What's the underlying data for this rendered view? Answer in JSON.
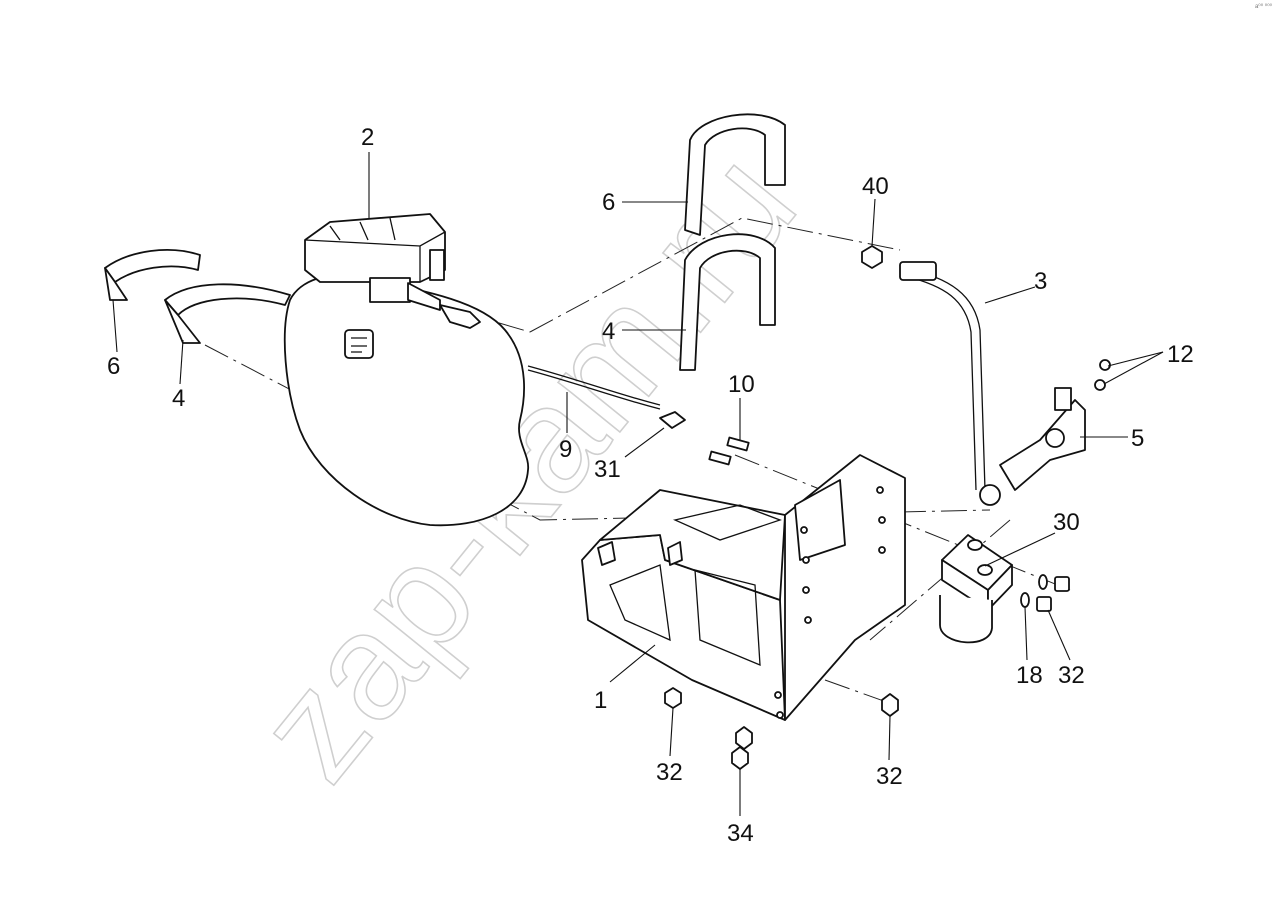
{
  "corner_mark": "a⁰⁰ ⁰⁰⁰",
  "watermark": "zap-kam.ru",
  "callouts": {
    "c1": "1",
    "c2": "2",
    "c3": "3",
    "c4_left": "4",
    "c4_mid": "4",
    "c5": "5",
    "c6_left": "6",
    "c6_top": "6",
    "c9": "9",
    "c10": "10",
    "c12": "12",
    "c18": "18",
    "c30": "30",
    "c31": "31",
    "c32_bottom_left": "32",
    "c32_bottom_right": "32",
    "c32_right": "32",
    "c34": "34",
    "c40": "40"
  }
}
